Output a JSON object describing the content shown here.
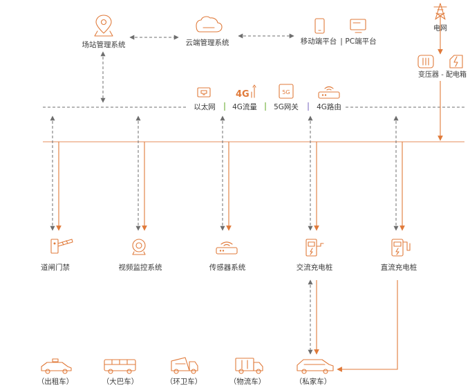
{
  "top": {
    "station_mgmt": "场站管理系统",
    "cloud_mgmt": "云端管理系统",
    "mobile_platform": "移动端平台",
    "divider": "|",
    "pc_platform": "PC端平台",
    "grid": "电网",
    "transformer": "变压器 - 配电箱"
  },
  "network": {
    "ethernet": "以太网",
    "lte_traffic": "4G流量",
    "gateway_5g": "5G网关",
    "router_4g": "4G路由",
    "badge_4g": "4G",
    "badge_5g": "5G"
  },
  "devices": {
    "gate": "道闸门禁",
    "video": "视频监控系统",
    "sensor": "传感器系统",
    "ac_pile": "交流充电桩",
    "dc_pile": "直流充电桩"
  },
  "vehicles": {
    "taxi": "（出租车）",
    "bus": "（大巴车）",
    "sanitation": "（环卫车）",
    "logistics": "（物流车）",
    "private": "（私家车）"
  },
  "colors": {
    "accent": "#e07a3a",
    "line_gray": "#6e6e6e",
    "sep_green": "#7ab648",
    "sep_purple": "#8c7bc9"
  }
}
